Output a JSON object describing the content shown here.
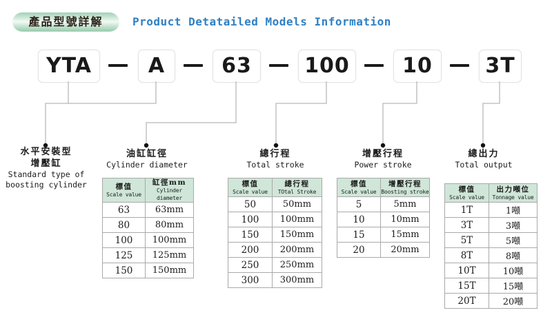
{
  "header": {
    "badge_cn": "產品型號詳解",
    "title_en": "Product Detatailed Models Information",
    "badge_color": "#9ecfb4",
    "title_color": "#2f80c4"
  },
  "model_code": {
    "segments": [
      {
        "value": "YTA"
      },
      {
        "value": "A"
      },
      {
        "value": "63"
      },
      {
        "value": "100"
      },
      {
        "value": "10"
      },
      {
        "value": "3T"
      }
    ],
    "separator": "—"
  },
  "sections": [
    {
      "key": "mounting",
      "label_cn_line1": "水平安裝型",
      "label_cn_line2": "增壓缸",
      "label_en_line1": "Standard type of",
      "label_en_line2": "boosting cylinder",
      "table": null
    },
    {
      "key": "cylinder_diameter",
      "label_cn_line1": "油缸缸徑",
      "label_cn_line2": "",
      "label_en_line1": "Cylinder diameter",
      "label_en_line2": "",
      "table": {
        "headers": [
          {
            "cn": "標值",
            "en": "Scale value"
          },
          {
            "cn": "缸徑mm",
            "en": "Cylinder diameter"
          }
        ],
        "rows": [
          [
            "63",
            "63mm"
          ],
          [
            "80",
            "80mm"
          ],
          [
            "100",
            "100mm"
          ],
          [
            "125",
            "125mm"
          ],
          [
            "150",
            "150mm"
          ]
        ]
      }
    },
    {
      "key": "total_stroke",
      "label_cn_line1": "總行程",
      "label_cn_line2": "",
      "label_en_line1": "Total stroke",
      "label_en_line2": "",
      "table": {
        "headers": [
          {
            "cn": "標值",
            "en": "Scale value"
          },
          {
            "cn": "總行程",
            "en": "TOtal Stroke"
          }
        ],
        "rows": [
          [
            "50",
            "50mm"
          ],
          [
            "100",
            "100mm"
          ],
          [
            "150",
            "150mm"
          ],
          [
            "200",
            "200mm"
          ],
          [
            "250",
            "250mm"
          ],
          [
            "300",
            "300mm"
          ]
        ]
      }
    },
    {
      "key": "power_stroke",
      "label_cn_line1": "增壓行程",
      "label_cn_line2": "",
      "label_en_line1": "Power stroke",
      "label_en_line2": "",
      "table": {
        "headers": [
          {
            "cn": "標值",
            "en": "Scale value"
          },
          {
            "cn": "增壓行程",
            "en": "Boosting stroke"
          }
        ],
        "rows": [
          [
            "5",
            "5mm"
          ],
          [
            "10",
            "10mm"
          ],
          [
            "15",
            "15mm"
          ],
          [
            "20",
            "20mm"
          ]
        ]
      }
    },
    {
      "key": "total_output",
      "label_cn_line1": "總出力",
      "label_cn_line2": "",
      "label_en_line1": "Total output",
      "label_en_line2": "",
      "table": {
        "headers": [
          {
            "cn": "標值",
            "en": "Scale value"
          },
          {
            "cn": "出力噸位",
            "en": "Tonnage value"
          }
        ],
        "rows": [
          [
            "1T",
            "1噸"
          ],
          [
            "3T",
            "3噸"
          ],
          [
            "5T",
            "5噸"
          ],
          [
            "8T",
            "8噸"
          ],
          [
            "10T",
            "10噸"
          ],
          [
            "15T",
            "15噸"
          ],
          [
            "20T",
            "20噸"
          ]
        ]
      }
    }
  ],
  "style": {
    "leader_line_color": "#b8b8b8",
    "leader_dot_color": "#111111",
    "table_header_bg": "#cfe6d8",
    "table_border": "#a9a9a9"
  }
}
